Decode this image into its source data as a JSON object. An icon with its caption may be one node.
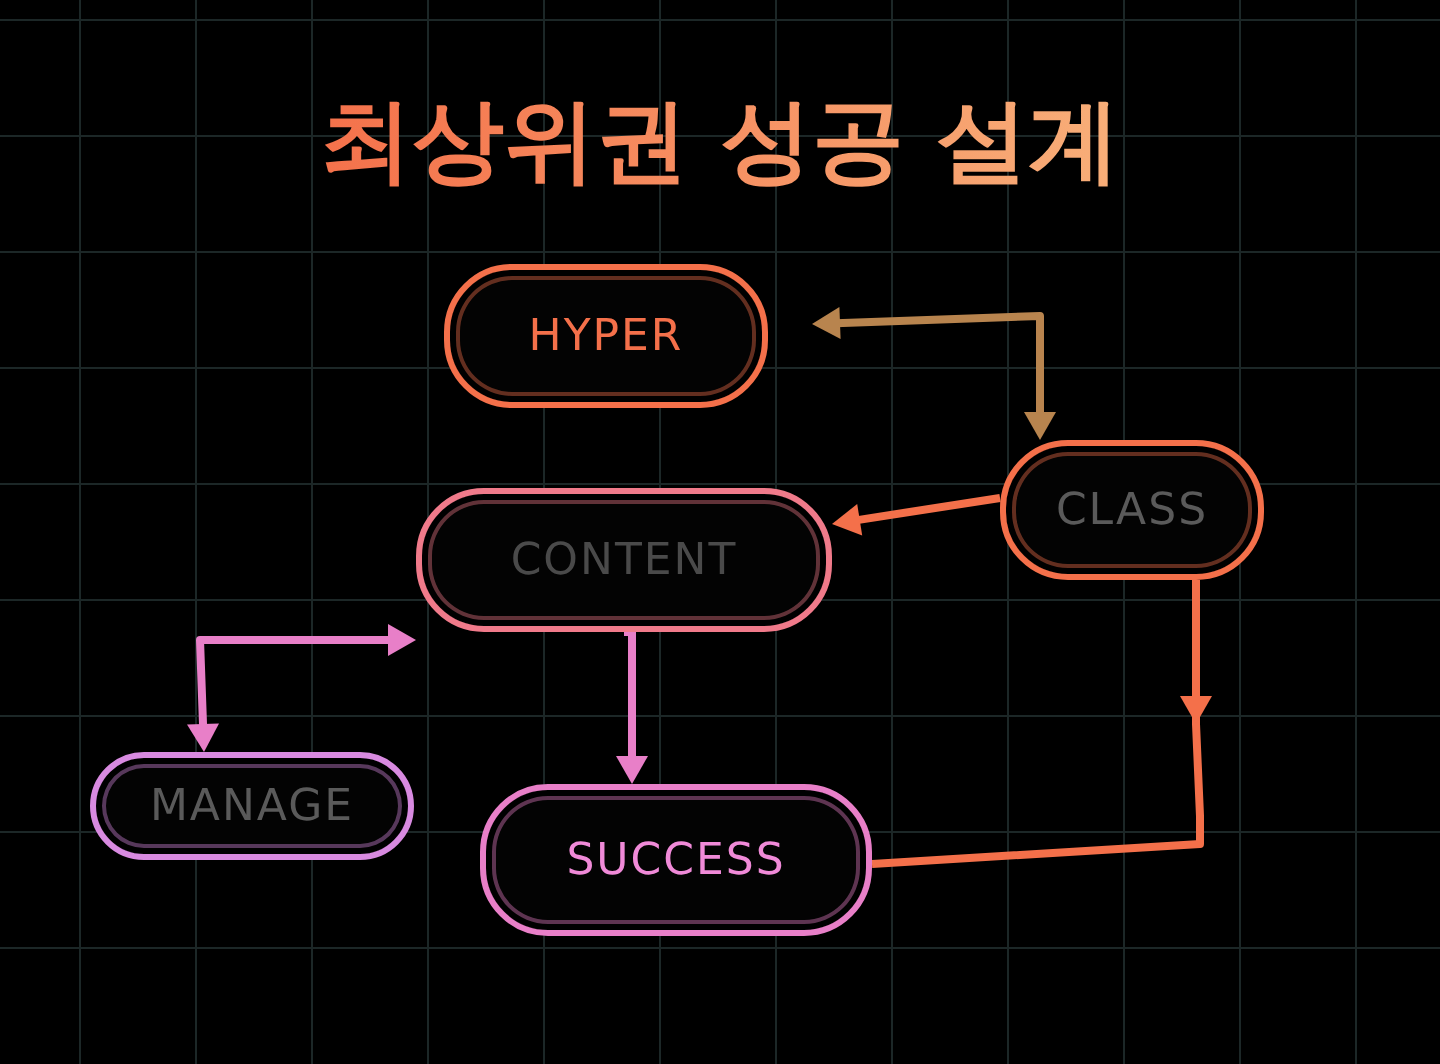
{
  "diagram": {
    "title": "최상위권 성공 설계",
    "nodes": [
      {
        "text": [
          "HYPER"
        ]
      },
      {
        "text": [
          "CONTENT"
        ]
      },
      {
        "text": [
          "CLASS"
        ]
      },
      {
        "text": [
          "MANAGE"
        ]
      },
      {
        "text": [
          "SUCCESS"
        ]
      }
    ],
    "edges": [
      {
        "from": 0,
        "to": 2,
        "arrow": "both",
        "color": "#b8844e"
      },
      {
        "from": 2,
        "to": 1,
        "arrow": "to",
        "color": "#f4704a"
      },
      {
        "from": 1,
        "to": 3,
        "arrow": "both",
        "color": "#e87fc8"
      },
      {
        "from": 1,
        "to": 4,
        "arrow": "to",
        "color": "#e87fc8"
      },
      {
        "from": 2,
        "to": 4,
        "arrow": "to",
        "color": "#f4704a"
      }
    ]
  }
}
